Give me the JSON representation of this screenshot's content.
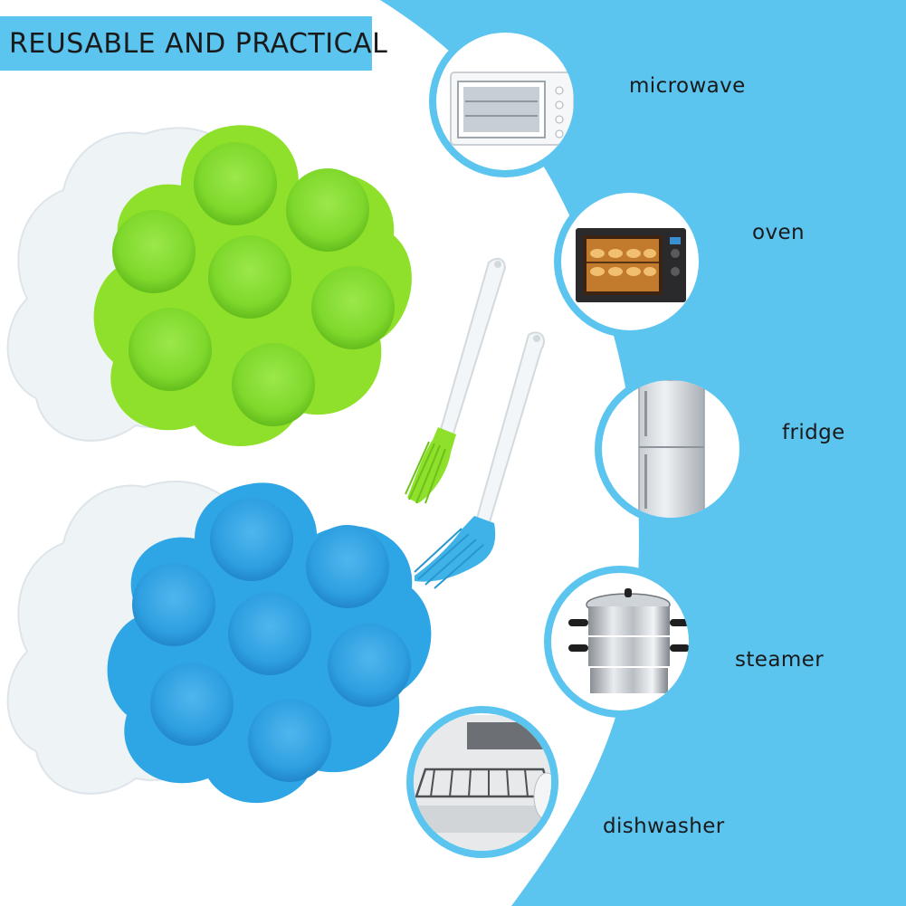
{
  "banner": {
    "text": "REUSABLE AND PRACTICAL"
  },
  "features": [
    {
      "label": "microwave",
      "icon": "microwave-icon"
    },
    {
      "label": "oven",
      "icon": "oven-icon"
    },
    {
      "label": "fridge",
      "icon": "fridge-icon"
    },
    {
      "label": "steamer",
      "icon": "steamer-icon"
    },
    {
      "label": "dishwasher",
      "icon": "dishwasher-icon"
    }
  ],
  "colors": {
    "background_accent": "#5bc4ef",
    "banner_background": "#5bc4ef",
    "circle_border": "#5bc4ef",
    "tray_green": "#8ee02a",
    "tray_blue": "#2ea6e6",
    "lid_white": "#eef3f6"
  }
}
